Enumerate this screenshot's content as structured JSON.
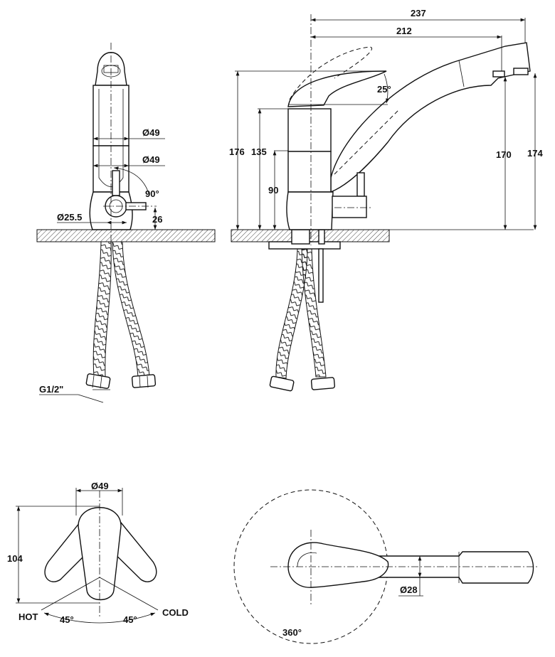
{
  "labels": {
    "front_dia_upper": "Ø49",
    "front_dia_lower": "Ø49",
    "front_angle": "90°",
    "front_dia_valve": "Ø25.5",
    "front_height_valve": "26",
    "front_thread": "G1/2\"",
    "side_length_total": "237",
    "side_length_spout": "212",
    "side_lever_angle": "25°",
    "side_height_total": "176",
    "side_height_body": "135",
    "side_height_valve": "90",
    "side_height_spout": "170",
    "side_height_nozzle": "174",
    "top_dia": "Ø49",
    "top_height": "104",
    "top_hot": "HOT",
    "top_cold": "COLD",
    "top_angle_left": "45°",
    "top_angle_right": "45°",
    "plan_dia_spout": "Ø28",
    "plan_rotation": "360°"
  }
}
